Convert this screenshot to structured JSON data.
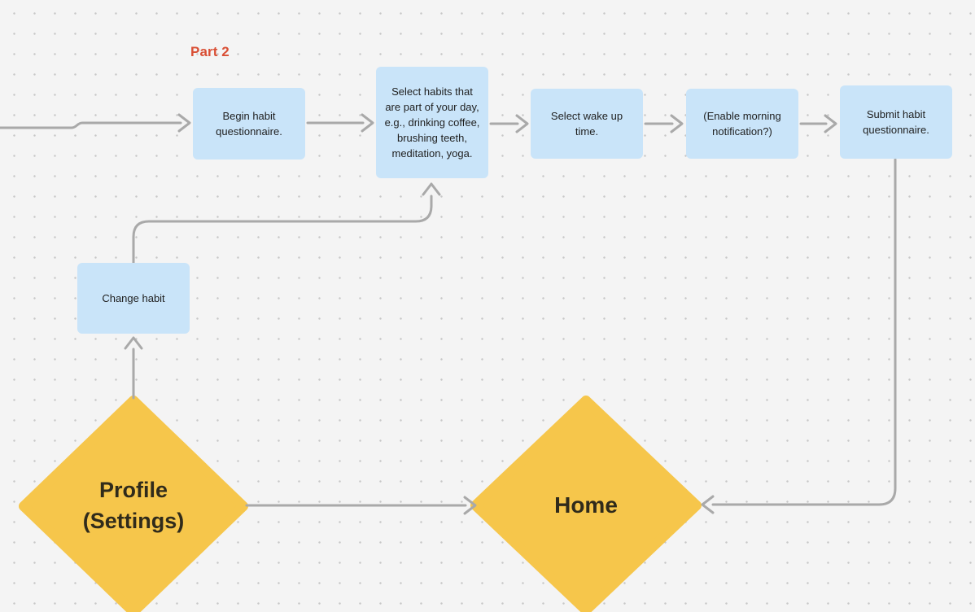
{
  "canvas": {
    "background": "#F4F4F4",
    "dot_color": "#C7C7C7",
    "grid": "dotted"
  },
  "section_label": {
    "text": "Part 2",
    "color": "#D94F35"
  },
  "colors": {
    "process_fill": "#C9E4F9",
    "decision_fill": "#F6C64B",
    "connector": "#A9A9A9",
    "process_text": "#1F1F1F",
    "decision_text": "#302B1B"
  },
  "nodes": {
    "begin": {
      "type": "process",
      "text": "Begin habit questionnaire."
    },
    "select_habits": {
      "type": "process",
      "text": "Select habits that are part of your day, e.g., drinking coffee, brushing teeth, meditation, yoga."
    },
    "wake_time": {
      "type": "process",
      "text": "Select wake up time."
    },
    "enable_notification": {
      "type": "process",
      "text": "(Enable morning notification?)"
    },
    "submit": {
      "type": "process",
      "text": "Submit habit questionnaire."
    },
    "change_habit": {
      "type": "process",
      "text": "Change habit"
    },
    "profile": {
      "type": "decision",
      "text": "Profile\n(Settings)"
    },
    "home": {
      "type": "decision",
      "text": "Home"
    }
  },
  "edges": [
    {
      "from": "offscreen_left",
      "to": "begin"
    },
    {
      "from": "begin",
      "to": "select_habits"
    },
    {
      "from": "select_habits",
      "to": "wake_time"
    },
    {
      "from": "wake_time",
      "to": "enable_notification"
    },
    {
      "from": "enable_notification",
      "to": "submit"
    },
    {
      "from": "submit",
      "to": "home"
    },
    {
      "from": "profile",
      "to": "home"
    },
    {
      "from": "profile",
      "to": "change_habit"
    },
    {
      "from": "change_habit",
      "to": "select_habits"
    }
  ]
}
